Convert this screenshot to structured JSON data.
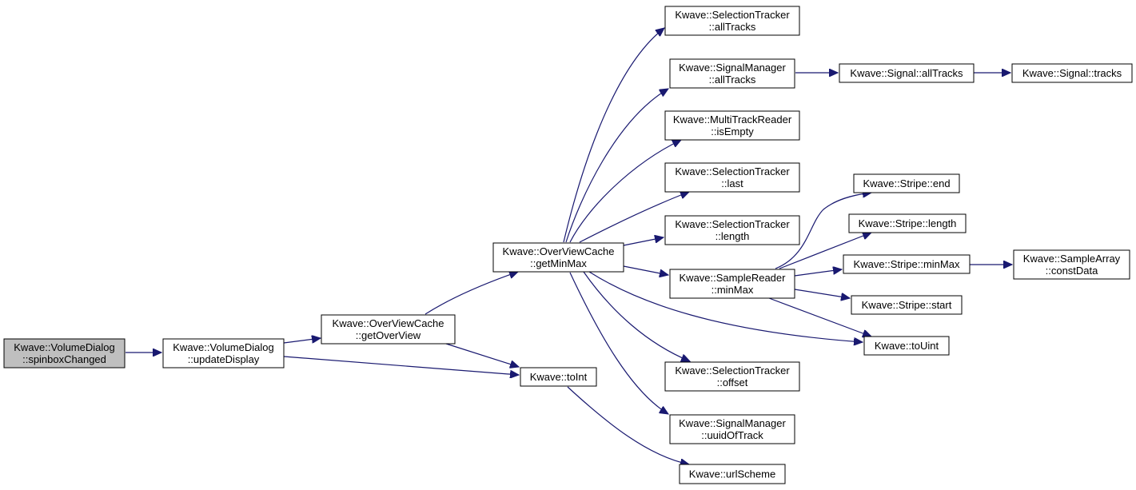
{
  "diagram": {
    "type": "call-graph",
    "colors": {
      "edge": "#191970",
      "node_border": "#000000",
      "node_fill": "#ffffff",
      "root_fill": "#bfbfbf"
    },
    "nodes": [
      {
        "id": "spinboxChanged",
        "lines": [
          "Kwave::VolumeDialog",
          "::spinboxChanged"
        ],
        "root": true
      },
      {
        "id": "updateDisplay",
        "lines": [
          "Kwave::VolumeDialog",
          "::updateDisplay"
        ]
      },
      {
        "id": "getOverView",
        "lines": [
          "Kwave::OverViewCache",
          "::getOverView"
        ]
      },
      {
        "id": "getMinMax",
        "lines": [
          "Kwave::OverViewCache",
          "::getMinMax"
        ]
      },
      {
        "id": "toInt",
        "lines": [
          "Kwave::toInt"
        ]
      },
      {
        "id": "selAllTracks",
        "lines": [
          "Kwave::SelectionTracker",
          "::allTracks"
        ]
      },
      {
        "id": "sigMgrAllTracks",
        "lines": [
          "Kwave::SignalManager",
          "::allTracks"
        ]
      },
      {
        "id": "isEmpty",
        "lines": [
          "Kwave::MultiTrackReader",
          "::isEmpty"
        ]
      },
      {
        "id": "selLast",
        "lines": [
          "Kwave::SelectionTracker",
          "::last"
        ]
      },
      {
        "id": "selLength",
        "lines": [
          "Kwave::SelectionTracker",
          "::length"
        ]
      },
      {
        "id": "sampleMinMax",
        "lines": [
          "Kwave::SampleReader",
          "::minMax"
        ]
      },
      {
        "id": "selOffset",
        "lines": [
          "Kwave::SelectionTracker",
          "::offset"
        ]
      },
      {
        "id": "uuidOfTrack",
        "lines": [
          "Kwave::SignalManager",
          "::uuidOfTrack"
        ]
      },
      {
        "id": "urlScheme",
        "lines": [
          "Kwave::urlScheme"
        ]
      },
      {
        "id": "signalAllTracks",
        "lines": [
          "Kwave::Signal::allTracks"
        ]
      },
      {
        "id": "signalTracks",
        "lines": [
          "Kwave::Signal::tracks"
        ]
      },
      {
        "id": "stripeEnd",
        "lines": [
          "Kwave::Stripe::end"
        ]
      },
      {
        "id": "stripeLength",
        "lines": [
          "Kwave::Stripe::length"
        ]
      },
      {
        "id": "stripeMinMax",
        "lines": [
          "Kwave::Stripe::minMax"
        ]
      },
      {
        "id": "stripeStart",
        "lines": [
          "Kwave::Stripe::start"
        ]
      },
      {
        "id": "toUint",
        "lines": [
          "Kwave::toUint"
        ]
      },
      {
        "id": "constData",
        "lines": [
          "Kwave::SampleArray",
          "::constData"
        ]
      }
    ],
    "edges": [
      {
        "from": "spinboxChanged",
        "to": "updateDisplay"
      },
      {
        "from": "updateDisplay",
        "to": "getOverView"
      },
      {
        "from": "updateDisplay",
        "to": "toInt"
      },
      {
        "from": "getOverView",
        "to": "getMinMax"
      },
      {
        "from": "getOverView",
        "to": "toInt"
      },
      {
        "from": "getMinMax",
        "to": "selAllTracks"
      },
      {
        "from": "getMinMax",
        "to": "sigMgrAllTracks"
      },
      {
        "from": "getMinMax",
        "to": "isEmpty"
      },
      {
        "from": "getMinMax",
        "to": "selLast"
      },
      {
        "from": "getMinMax",
        "to": "selLength"
      },
      {
        "from": "getMinMax",
        "to": "sampleMinMax"
      },
      {
        "from": "getMinMax",
        "to": "toUint"
      },
      {
        "from": "getMinMax",
        "to": "selOffset"
      },
      {
        "from": "getMinMax",
        "to": "uuidOfTrack"
      },
      {
        "from": "sigMgrAllTracks",
        "to": "signalAllTracks"
      },
      {
        "from": "signalAllTracks",
        "to": "signalTracks"
      },
      {
        "from": "sampleMinMax",
        "to": "stripeEnd"
      },
      {
        "from": "sampleMinMax",
        "to": "stripeLength"
      },
      {
        "from": "sampleMinMax",
        "to": "stripeMinMax"
      },
      {
        "from": "sampleMinMax",
        "to": "stripeStart"
      },
      {
        "from": "sampleMinMax",
        "to": "toUint"
      },
      {
        "from": "stripeMinMax",
        "to": "constData"
      },
      {
        "from": "toInt",
        "to": "urlScheme"
      }
    ]
  }
}
